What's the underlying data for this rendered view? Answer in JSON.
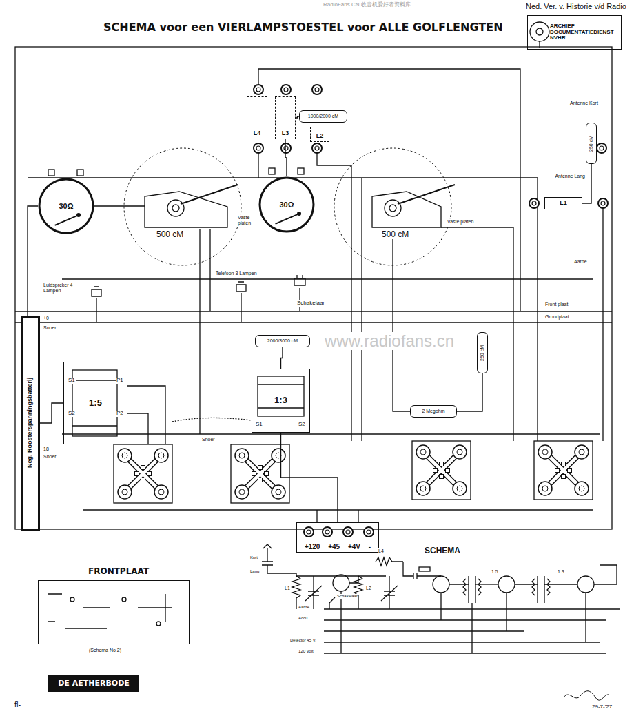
{
  "diagram": {
    "title": "SCHEMA voor een VIERLAMPSTOESTEL voor ALLE GOLFLENGTEN",
    "nodes": [
      {
        "text": [
          "ARCHIEF",
          "DOCUMENTATIEDIENST",
          "NVHR"
        ]
      },
      {
        "text": [
          "L4"
        ]
      },
      {
        "text": [
          "L3"
        ]
      },
      {
        "text": [
          "1000/2000 cM"
        ]
      },
      {
        "text": [
          "L2"
        ]
      },
      {
        "text": [
          "250 cM"
        ]
      },
      {
        "text": [
          "L1"
        ]
      },
      {
        "text": [
          "30Ω"
        ]
      },
      {
        "text": [
          "30Ω"
        ]
      },
      {
        "text": [
          "2000/3000 cM"
        ]
      },
      {
        "text": [
          "250 cM"
        ]
      },
      {
        "text": [
          "Neg. Roosterspanningsbatterij"
        ]
      },
      {
        "text": [
          "1:5"
        ]
      },
      {
        "text": [
          "1:3"
        ]
      },
      {
        "text": [
          "2 Megohm"
        ]
      },
      {
        "text": [
          "+120 +45 +4V -"
        ]
      },
      {
        "text": [
          "FRONTPLAAT"
        ]
      },
      {
        "text": [
          "DE AETHERBODE"
        ]
      }
    ],
    "edges": [
      {
        "from": 2,
        "to": 3,
        "arrow": "none"
      },
      {
        "from": 8,
        "to": 2,
        "arrow": "none"
      },
      {
        "from": 5,
        "to": 6,
        "arrow": "none"
      },
      {
        "from": 11,
        "to": 12,
        "arrow": "none"
      },
      {
        "from": 9,
        "to": 13,
        "arrow": "none"
      },
      {
        "from": 13,
        "to": 15,
        "arrow": "none"
      },
      {
        "from": 14,
        "to": 10,
        "arrow": "none"
      }
    ],
    "labels": [
      "Ned. Ver. v. Historie v/d Radio",
      "RadioFans.CN 收音机爱好者资料库",
      "Antenne Kort",
      "Antenne Lang",
      "Aarde",
      "500 cM",
      "Vaste platen",
      "500 cM",
      "Vaste platen",
      "Luidspreker 4 Lampen",
      "Telefoon 3 Lampen",
      "Schakelaar",
      "Front plaat",
      "Grondplaat",
      "S1",
      "S2",
      "P1",
      "P2",
      "S1",
      "S2",
      "Snoer",
      "+0",
      "Snoer",
      "18",
      "Snoer",
      "www.radiofans.cn",
      "SCHEMA",
      "(Schema No 2)",
      "fl-",
      "29-7-'27",
      "Kort",
      "Lang",
      "L1",
      "L2",
      "L4",
      "Aarde",
      "Accu.",
      "Schakelaar",
      "Detector 45 V.",
      "120 Volt",
      "1:5",
      "1:3"
    ]
  }
}
